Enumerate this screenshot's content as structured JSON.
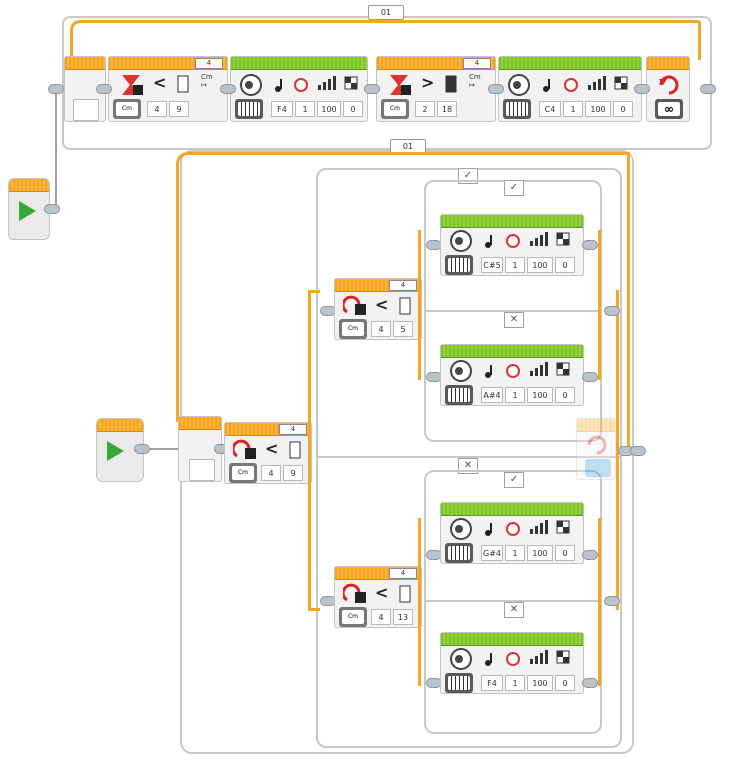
{
  "colors": {
    "wire": "#f5a623",
    "flow_block_cap": "#f7a21b",
    "sound_block_cap": "#7cc22b",
    "start_play": "#37a93a",
    "frame": "#c8c8c8"
  },
  "top_loop": {
    "label": "01",
    "blocks": [
      {
        "type": "wait-timer-compare",
        "port": "4",
        "compare": "<",
        "params": [
          "4",
          "9"
        ],
        "unit": "Cm"
      },
      {
        "type": "sound-note",
        "params": [
          "F4",
          "1",
          "100",
          "0"
        ]
      },
      {
        "type": "wait-timer-compare",
        "port": "4",
        "compare": ">",
        "params": [
          "2",
          "18"
        ],
        "unit": "Cm"
      },
      {
        "type": "sound-note",
        "params": [
          "C4",
          "1",
          "100",
          "0"
        ]
      },
      {
        "type": "loop-end",
        "mode": "∞"
      }
    ]
  },
  "main_loop": {
    "label": "01",
    "outer_switch": {
      "port": "4",
      "compare": "<",
      "params": [
        "4",
        "9"
      ],
      "unit": "Cm"
    },
    "upper_switch": {
      "case_label": "✓",
      "port": "4",
      "compare": "<",
      "params": [
        "4",
        "5"
      ],
      "unit": "Cm",
      "true_case": {
        "label": "✓",
        "note": [
          "C#5",
          "1",
          "100",
          "0"
        ]
      },
      "false_case": {
        "label": "✕",
        "note": [
          "A#4",
          "1",
          "100",
          "0"
        ]
      }
    },
    "lower_switch": {
      "case_label": "✕",
      "port": "4",
      "compare": "<",
      "params": [
        "4",
        "13"
      ],
      "unit": "Cm",
      "true_case": {
        "label": "✓",
        "note": [
          "G#4",
          "1",
          "100",
          "0"
        ]
      },
      "false_case": {
        "label": "✕",
        "note": [
          "F4",
          "1",
          "100",
          "0"
        ]
      }
    }
  }
}
